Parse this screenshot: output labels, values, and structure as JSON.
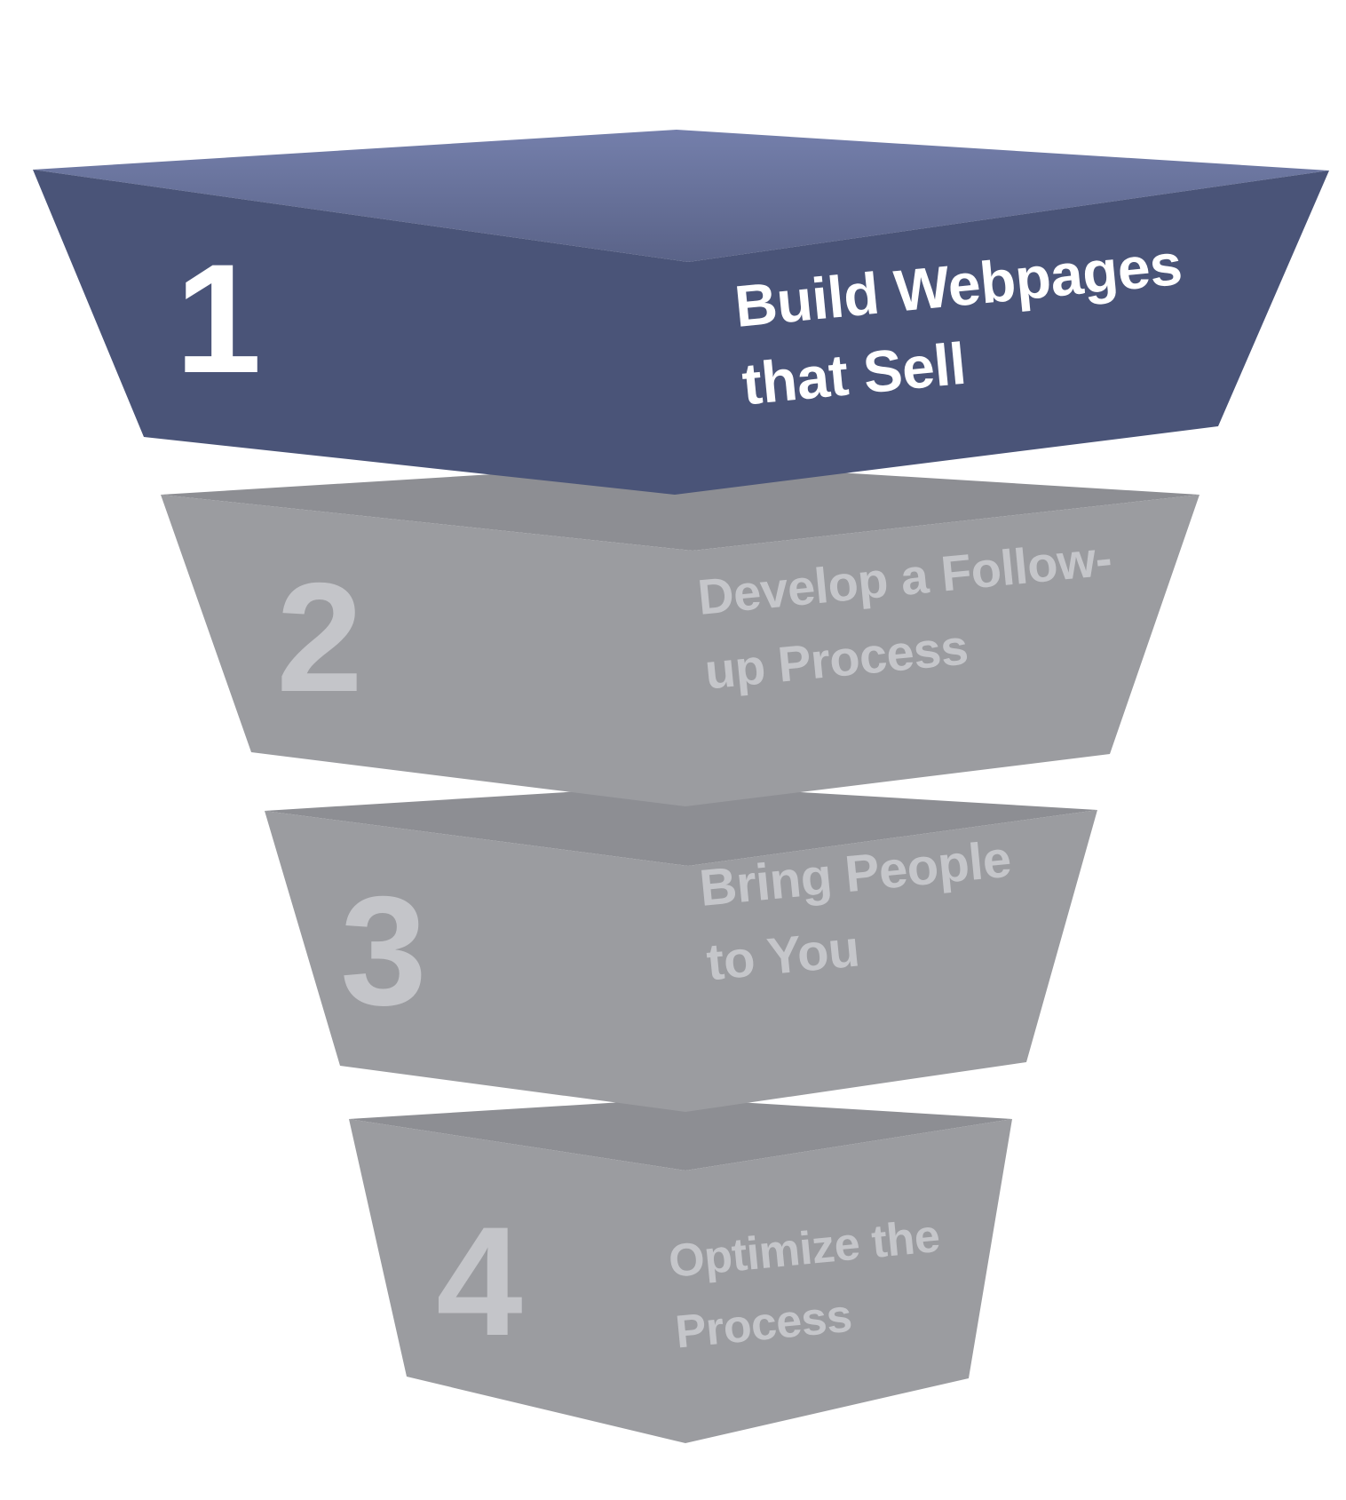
{
  "diagram": {
    "type": "funnel",
    "step_count": 4
  },
  "colors": {
    "background": "#FFFFFF",
    "layer1_front": "#4A5478",
    "layer1_top_light": "#747FAB",
    "layer1_top_dark": "#5A6388",
    "layer1_text": "#FFFFFF",
    "layer1_number": "#FFFFFF",
    "gray_front": "#9B9CA0",
    "gray_top": "#8D8E93",
    "gray_text": "#C5C6CA",
    "gray_number": "#C4C5C9"
  },
  "layers": [
    {
      "number": "1",
      "label_line1": "Build Webpages",
      "label_line2": "that Sell",
      "front_color": "#4A5478",
      "top_color": "#5F6A94",
      "text_color": "#FFFFFF",
      "number_color": "#FFFFFF"
    },
    {
      "number": "2",
      "label_line1": "Develop a Follow-",
      "label_line2": "up Process",
      "front_color": "#9B9CA0",
      "top_color": "#8D8E93",
      "text_color": "#C5C6CA",
      "number_color": "#C4C5C9"
    },
    {
      "number": "3",
      "label_line1": "Bring People",
      "label_line2": "to You",
      "front_color": "#9B9CA0",
      "top_color": "#8D8E93",
      "text_color": "#C5C6CA",
      "number_color": "#C4C5C9"
    },
    {
      "number": "4",
      "label_line1": "Optimize the",
      "label_line2": "Process",
      "front_color": "#9B9CA0",
      "top_color": "#8D8E93",
      "text_color": "#C5C6CA",
      "number_color": "#C4C5C9"
    }
  ]
}
